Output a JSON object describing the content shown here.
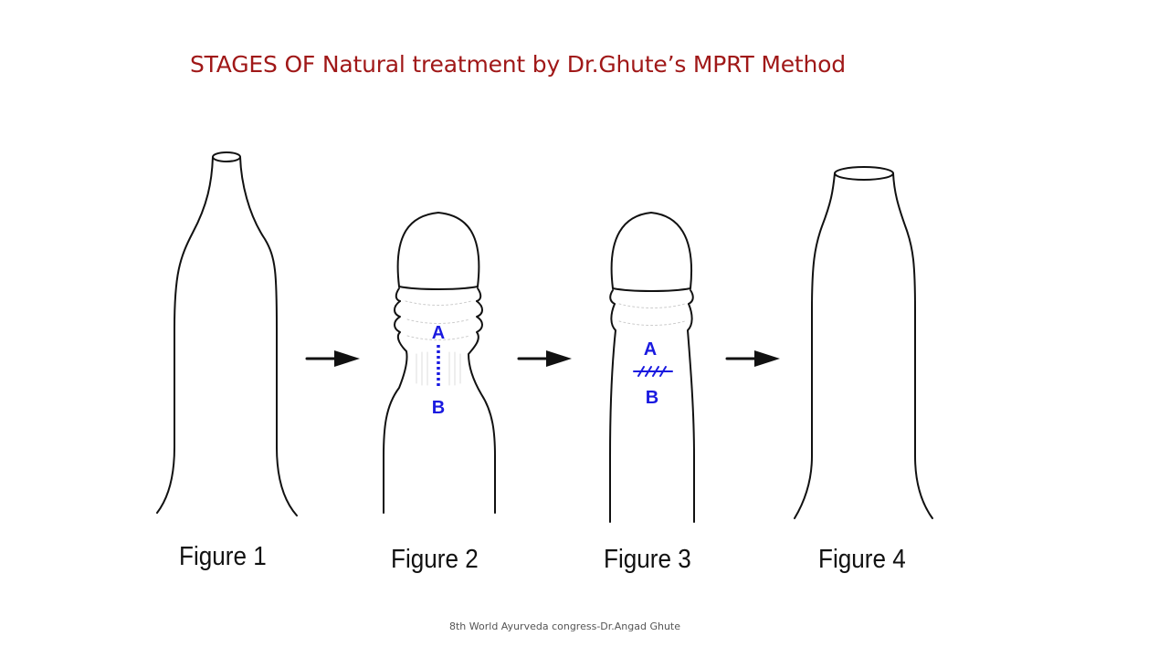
{
  "title": "STAGES OF Natural treatment by Dr.Ghute’s MPRT Method",
  "figures": [
    {
      "caption": "Figure 1"
    },
    {
      "caption": "Figure 2",
      "point_a": "A",
      "point_b": "B"
    },
    {
      "caption": "Figure 3",
      "point_a": "A",
      "point_b": "B"
    },
    {
      "caption": "Figure 4"
    }
  ],
  "footer": "8th World Ayurveda congress-Dr.Angad Ghute",
  "colors": {
    "title": "#a01818",
    "outline": "#111111",
    "markers": "#1a1ae0",
    "footer": "#555555"
  }
}
